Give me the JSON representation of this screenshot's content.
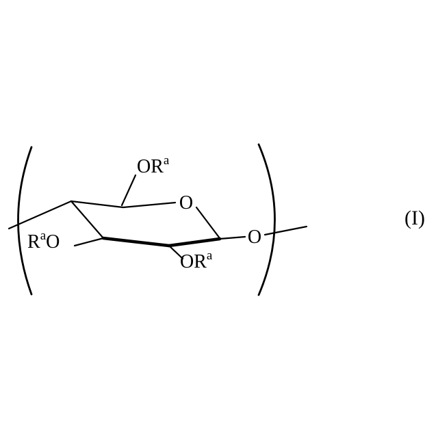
{
  "figure": {
    "formula_label": "(I)",
    "ring_oxygen": "O",
    "glycosidic_oxygen": "O",
    "substituents": {
      "top": {
        "main": "OR",
        "sup": "a"
      },
      "left": {
        "r": "R",
        "sup": "a",
        "o": "O"
      },
      "bottom": {
        "main": "OR",
        "sup": "a"
      }
    }
  },
  "colors": {
    "ink": "#000000",
    "background": "#ffffff"
  }
}
